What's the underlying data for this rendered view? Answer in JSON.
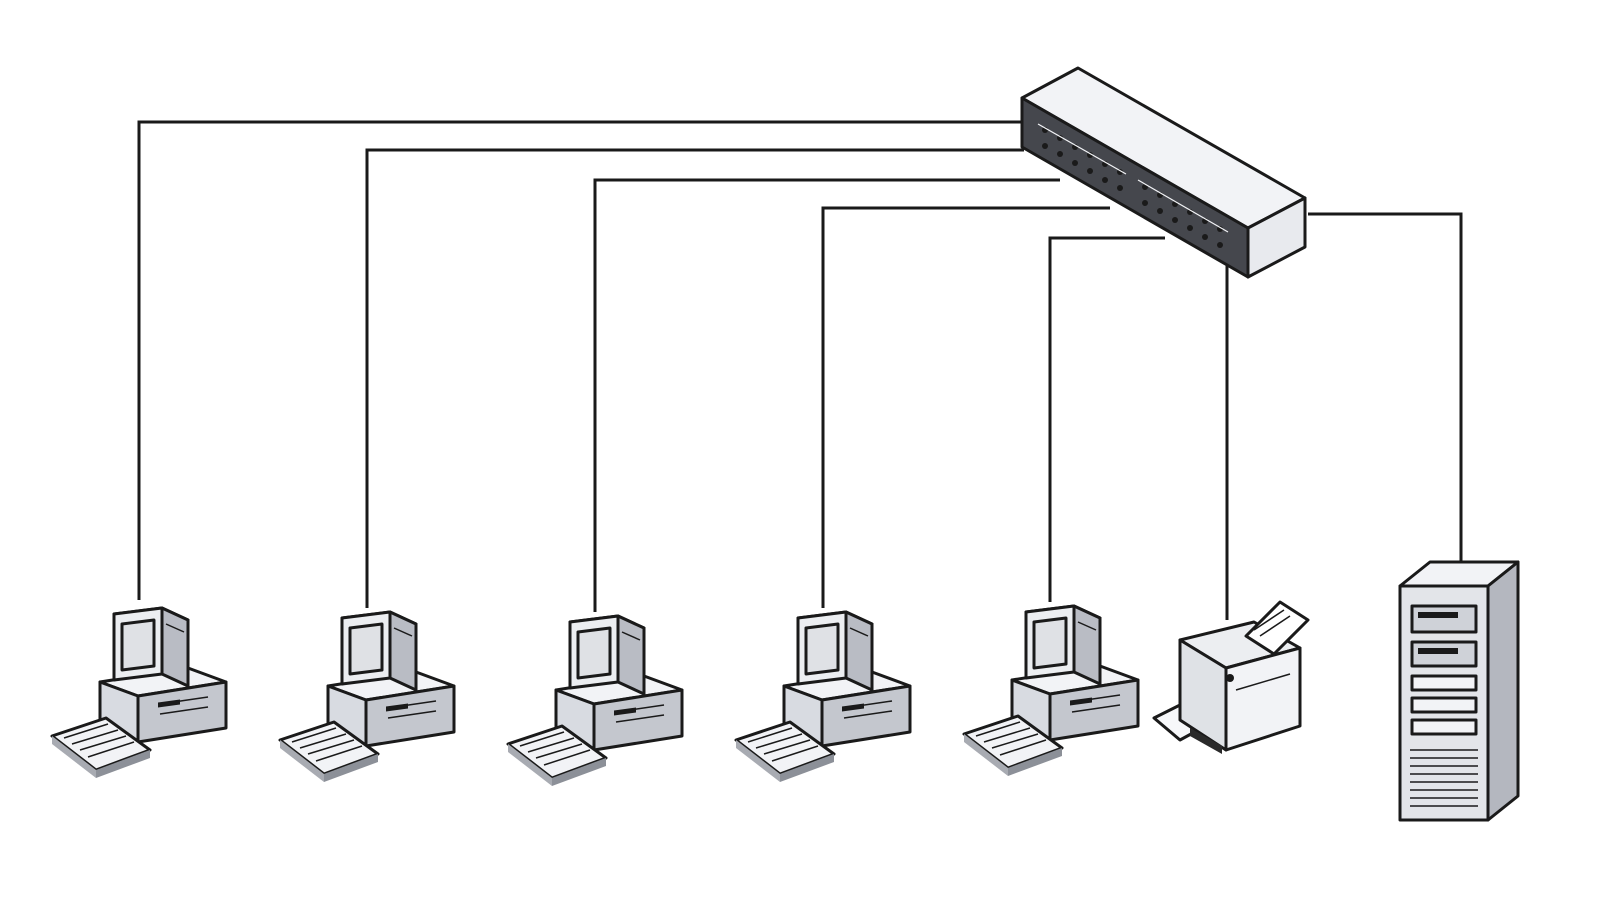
{
  "diagram": {
    "type": "star-network-topology",
    "hub": {
      "icon": "network-switch-icon"
    },
    "nodes": [
      {
        "id": "workstation-1",
        "icon": "desktop-computer-icon"
      },
      {
        "id": "workstation-2",
        "icon": "desktop-computer-icon"
      },
      {
        "id": "workstation-3",
        "icon": "desktop-computer-icon"
      },
      {
        "id": "workstation-4",
        "icon": "desktop-computer-icon"
      },
      {
        "id": "workstation-5",
        "icon": "desktop-computer-icon"
      },
      {
        "id": "printer",
        "icon": "printer-icon"
      },
      {
        "id": "server",
        "icon": "tower-server-icon"
      }
    ],
    "links": [
      {
        "from": "network-switch",
        "to": "workstation-1"
      },
      {
        "from": "network-switch",
        "to": "workstation-2"
      },
      {
        "from": "network-switch",
        "to": "workstation-3"
      },
      {
        "from": "network-switch",
        "to": "workstation-4"
      },
      {
        "from": "network-switch",
        "to": "workstation-5"
      },
      {
        "from": "network-switch",
        "to": "printer"
      },
      {
        "from": "network-switch",
        "to": "server"
      }
    ],
    "colors": {
      "line": "#1a1a1a",
      "device_light": "#f2f3f6",
      "device_mid": "#cfd2d8",
      "device_dark": "#7d8088",
      "screen": "#e6e7ea"
    }
  }
}
